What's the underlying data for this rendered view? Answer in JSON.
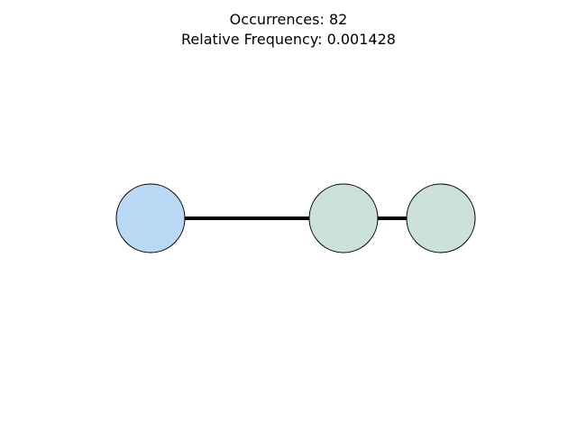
{
  "title": {
    "line1": "Occurrences: 82",
    "line2": "Relative Frequency: 0.001428"
  },
  "graph": {
    "nodes": [
      {
        "id": "node-1",
        "fill": "#b9d9f4"
      },
      {
        "id": "node-2",
        "fill": "#cbe1da"
      },
      {
        "id": "node-3",
        "fill": "#cbe1da"
      }
    ],
    "edges": [
      {
        "source": "node-1",
        "target": "node-2"
      },
      {
        "source": "node-2",
        "target": "node-3"
      }
    ],
    "node_stroke": "#000000",
    "edge_color": "#000000"
  }
}
